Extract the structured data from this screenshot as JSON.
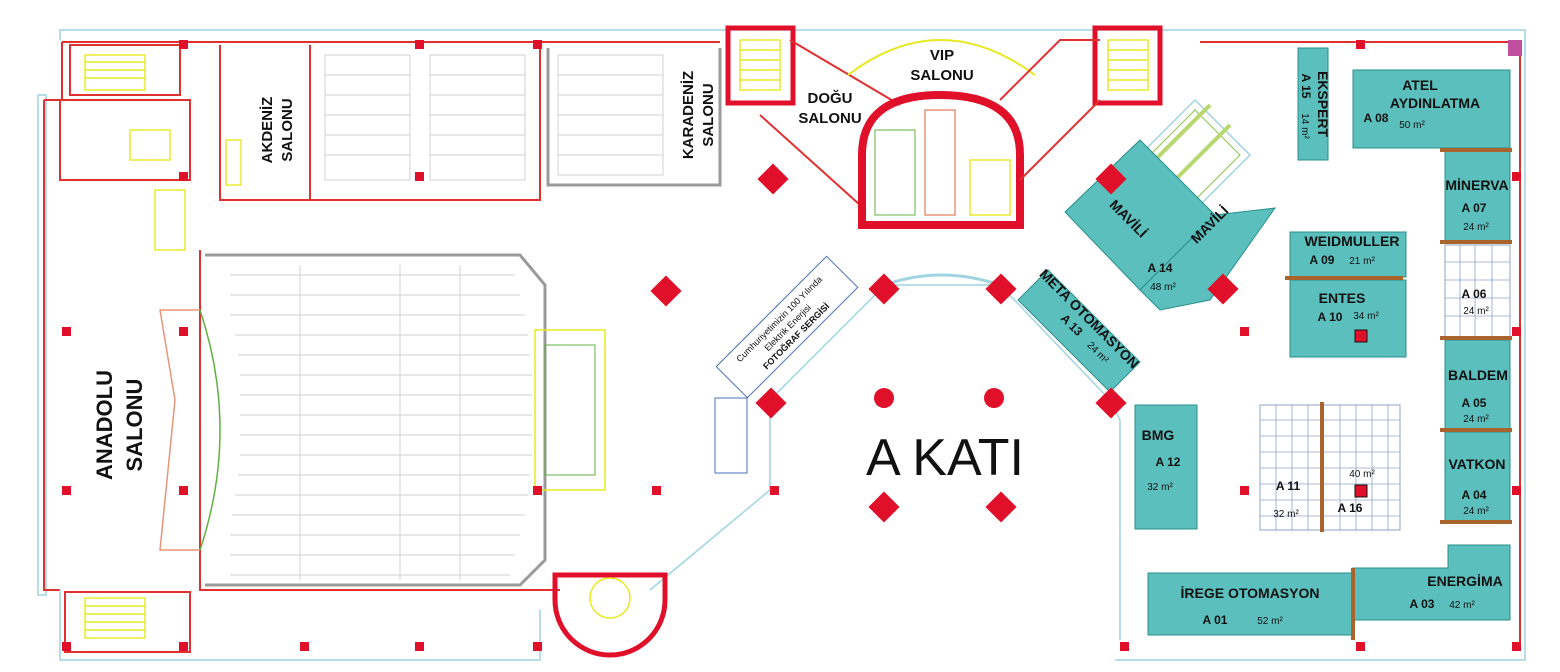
{
  "title": "A KATI",
  "halls": {
    "anadolu": [
      "ANADOLU",
      "SALONU"
    ],
    "akdeniz": [
      "AKDENİZ",
      "SALONU"
    ],
    "karadeniz": [
      "KARADENİZ",
      "SALONU"
    ],
    "dogu": [
      "DOĞU",
      "SALONU"
    ],
    "vip": [
      "VIP",
      "SALONU"
    ]
  },
  "exhibition": [
    "Cumhuriyetimizin 100 Yılında",
    "Elektrik Enerjisi",
    "FOTOĞRAF SERGİSİ"
  ],
  "mavili": [
    "MAVİLİ",
    "MAVİLİ"
  ],
  "booths": {
    "a01": {
      "name": "İREGE OTOMASYON",
      "code": "A 01",
      "area": "52 m²"
    },
    "a03": {
      "name": "ENERGİMA",
      "code": "A 03",
      "area": "42 m²"
    },
    "a04": {
      "name": "VATKON",
      "code": "A 04",
      "area": "24 m²"
    },
    "a05": {
      "name": "BALDEM",
      "code": "A 05",
      "area": "24 m²"
    },
    "a06": {
      "name": "",
      "code": "A 06",
      "area": "24 m²"
    },
    "a07": {
      "name": "MİNERVA",
      "code": "A 07",
      "area": "24 m²"
    },
    "a08": {
      "name": "ATEL AYDINLATMA",
      "code": "A 08",
      "area": "50 m²"
    },
    "a09": {
      "name": "WEIDMULLER",
      "code": "A 09",
      "area": "21 m²"
    },
    "a10": {
      "name": "ENTES",
      "code": "A 10",
      "area": "34 m²"
    },
    "a11": {
      "name": "",
      "code": "A 11",
      "area": "32 m²"
    },
    "a12": {
      "name": "BMG",
      "code": "A 12",
      "area": "32 m²"
    },
    "a13": {
      "name": "META OTOMASYON",
      "code": "A 13",
      "area": "24 m²"
    },
    "a14": {
      "name": "",
      "code": "A 14",
      "area": "48 m²"
    },
    "a15": {
      "name": "EKSPERT",
      "code": "A 15",
      "area": "14 m²"
    },
    "a16": {
      "name": "",
      "code": "A 16",
      "area": "40 m²"
    }
  },
  "colors": {
    "booth": "#5abfbd",
    "wall": "#e03030",
    "pillar": "#e0102a",
    "divider": "#a8642a",
    "stairs": "#e8e820"
  }
}
